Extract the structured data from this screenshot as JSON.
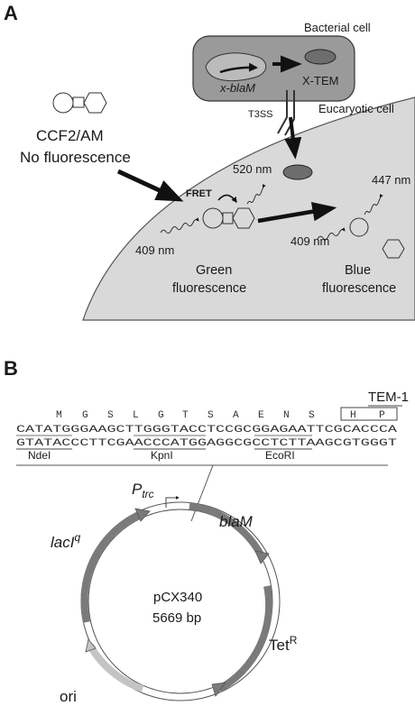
{
  "panel_a": {
    "label": "A",
    "bacterial_cell": "Bacterial cell",
    "gene": "x-blaM",
    "fusion_protein": "X-TEM",
    "secretion_system": "T3SS",
    "eucaryotic_cell": "Eucaryotic cell",
    "substrate": "CCF2/AM",
    "substrate_state": "No fluorescence",
    "fret": "FRET",
    "emission_green": "520 nm",
    "emission_blue": "447 nm",
    "excitation_left": "409 nm",
    "excitation_right": "409 nm",
    "green_line1": "Green",
    "green_line2": "fluorescence",
    "blue_line1": "Blue",
    "blue_line2": "fluorescence"
  },
  "panel_b": {
    "label": "B",
    "tem_label": "TEM-1",
    "amino_acids": [
      "M",
      "G",
      "S",
      "L",
      "G",
      "T",
      "S",
      "A",
      "E",
      "N",
      "S",
      "H",
      "P"
    ],
    "seq_top": "CATATGGGAAGCTTGGGTACCTCCGCGGAGAATTCGCACCCA",
    "seq_bottom": "GTATACCCTTCGAACCCATGGAGGCGCCTCTTAAGCGTGGGT",
    "sites": [
      "NdeI",
      "KpnI",
      "EcoRI"
    ],
    "plasmid_name": "pCX340",
    "plasmid_size": "5669 bp",
    "promoter": "P",
    "promoter_sub": "trc",
    "gene_blaM": "blaM",
    "gene_lacI": "lacI",
    "gene_lacI_sup": "q",
    "gene_tet": "Tet",
    "gene_tet_sup": "R",
    "origin": "ori"
  },
  "colors": {
    "cell_fill": "#d9d9d9",
    "gene_dark": "#7a7a7a",
    "gene_light": "#c4c4c4",
    "arrow": "#111111"
  }
}
